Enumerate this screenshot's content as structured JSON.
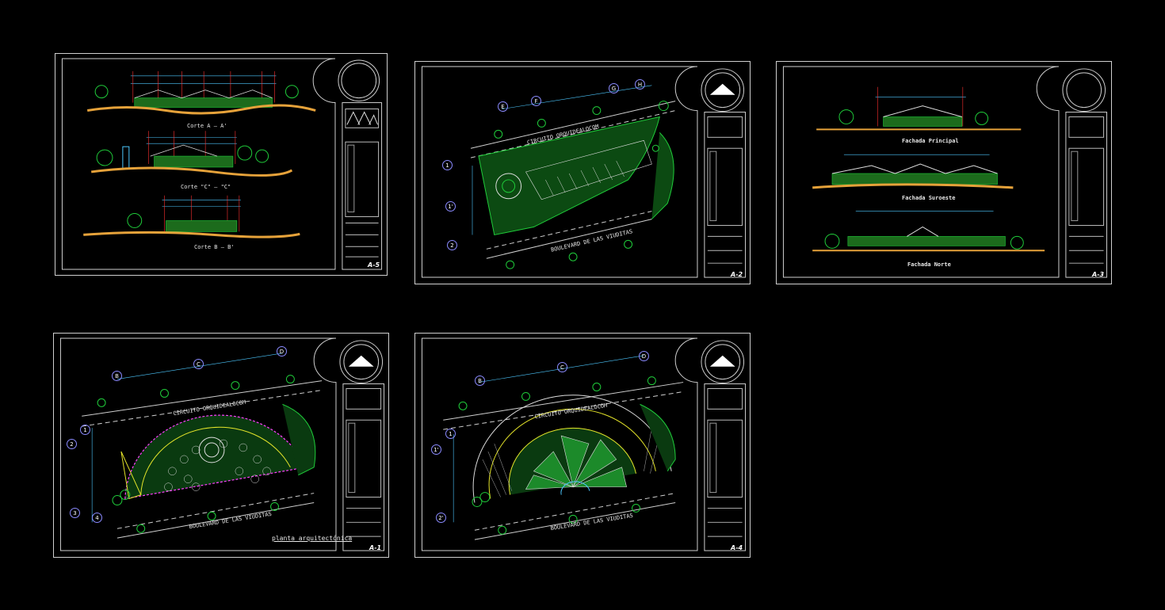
{
  "colors": {
    "background": "#000000",
    "frame": "#cfcfcf",
    "vegetation": "#1fcc3a",
    "dimension": "#4cc8ff",
    "accent_yellow": "#e6e62a",
    "accent_red": "#ff3030",
    "accent_magenta": "#ff40ff"
  },
  "sheets": [
    {
      "type": "sections",
      "captions": [
        "Corte A – A'",
        "Corte \"C\" – \"C\"",
        "Corte B – B'"
      ],
      "sheet_number": "A-5"
    },
    {
      "type": "parking_plan",
      "grid_labels": [
        "E",
        "F",
        "G",
        "H",
        "1",
        "1'",
        "2"
      ],
      "road_labels": [
        "CIRCUITO ORQUIDEALOCOM",
        "BOULEVARD DE LAS VIUDITAS"
      ],
      "sheet_number": "A-2"
    },
    {
      "type": "elevations",
      "captions": [
        "Fachada Principal",
        "Fachada Suroeste",
        "Fachada Norte"
      ],
      "sheet_number": "A-3"
    },
    {
      "type": "architectural_plan",
      "grid_labels": [
        "B",
        "C",
        "D",
        "1",
        "2",
        "3",
        "4"
      ],
      "road_labels": [
        "CIRCUITO ORQUIDEALOCOM",
        "BOULEVARD DE LAS VIUDITAS"
      ],
      "title": "planta arquitectónica",
      "sheet_number": "A-1"
    },
    {
      "type": "roof_plan",
      "grid_labels": [
        "B",
        "C",
        "D",
        "1",
        "1'",
        "2'"
      ],
      "road_labels": [
        "CIRCUITO ORQUIDEALOCOM",
        "BOULEVARD DE LAS VIUDITAS"
      ],
      "sheet_number": "A-4"
    }
  ]
}
